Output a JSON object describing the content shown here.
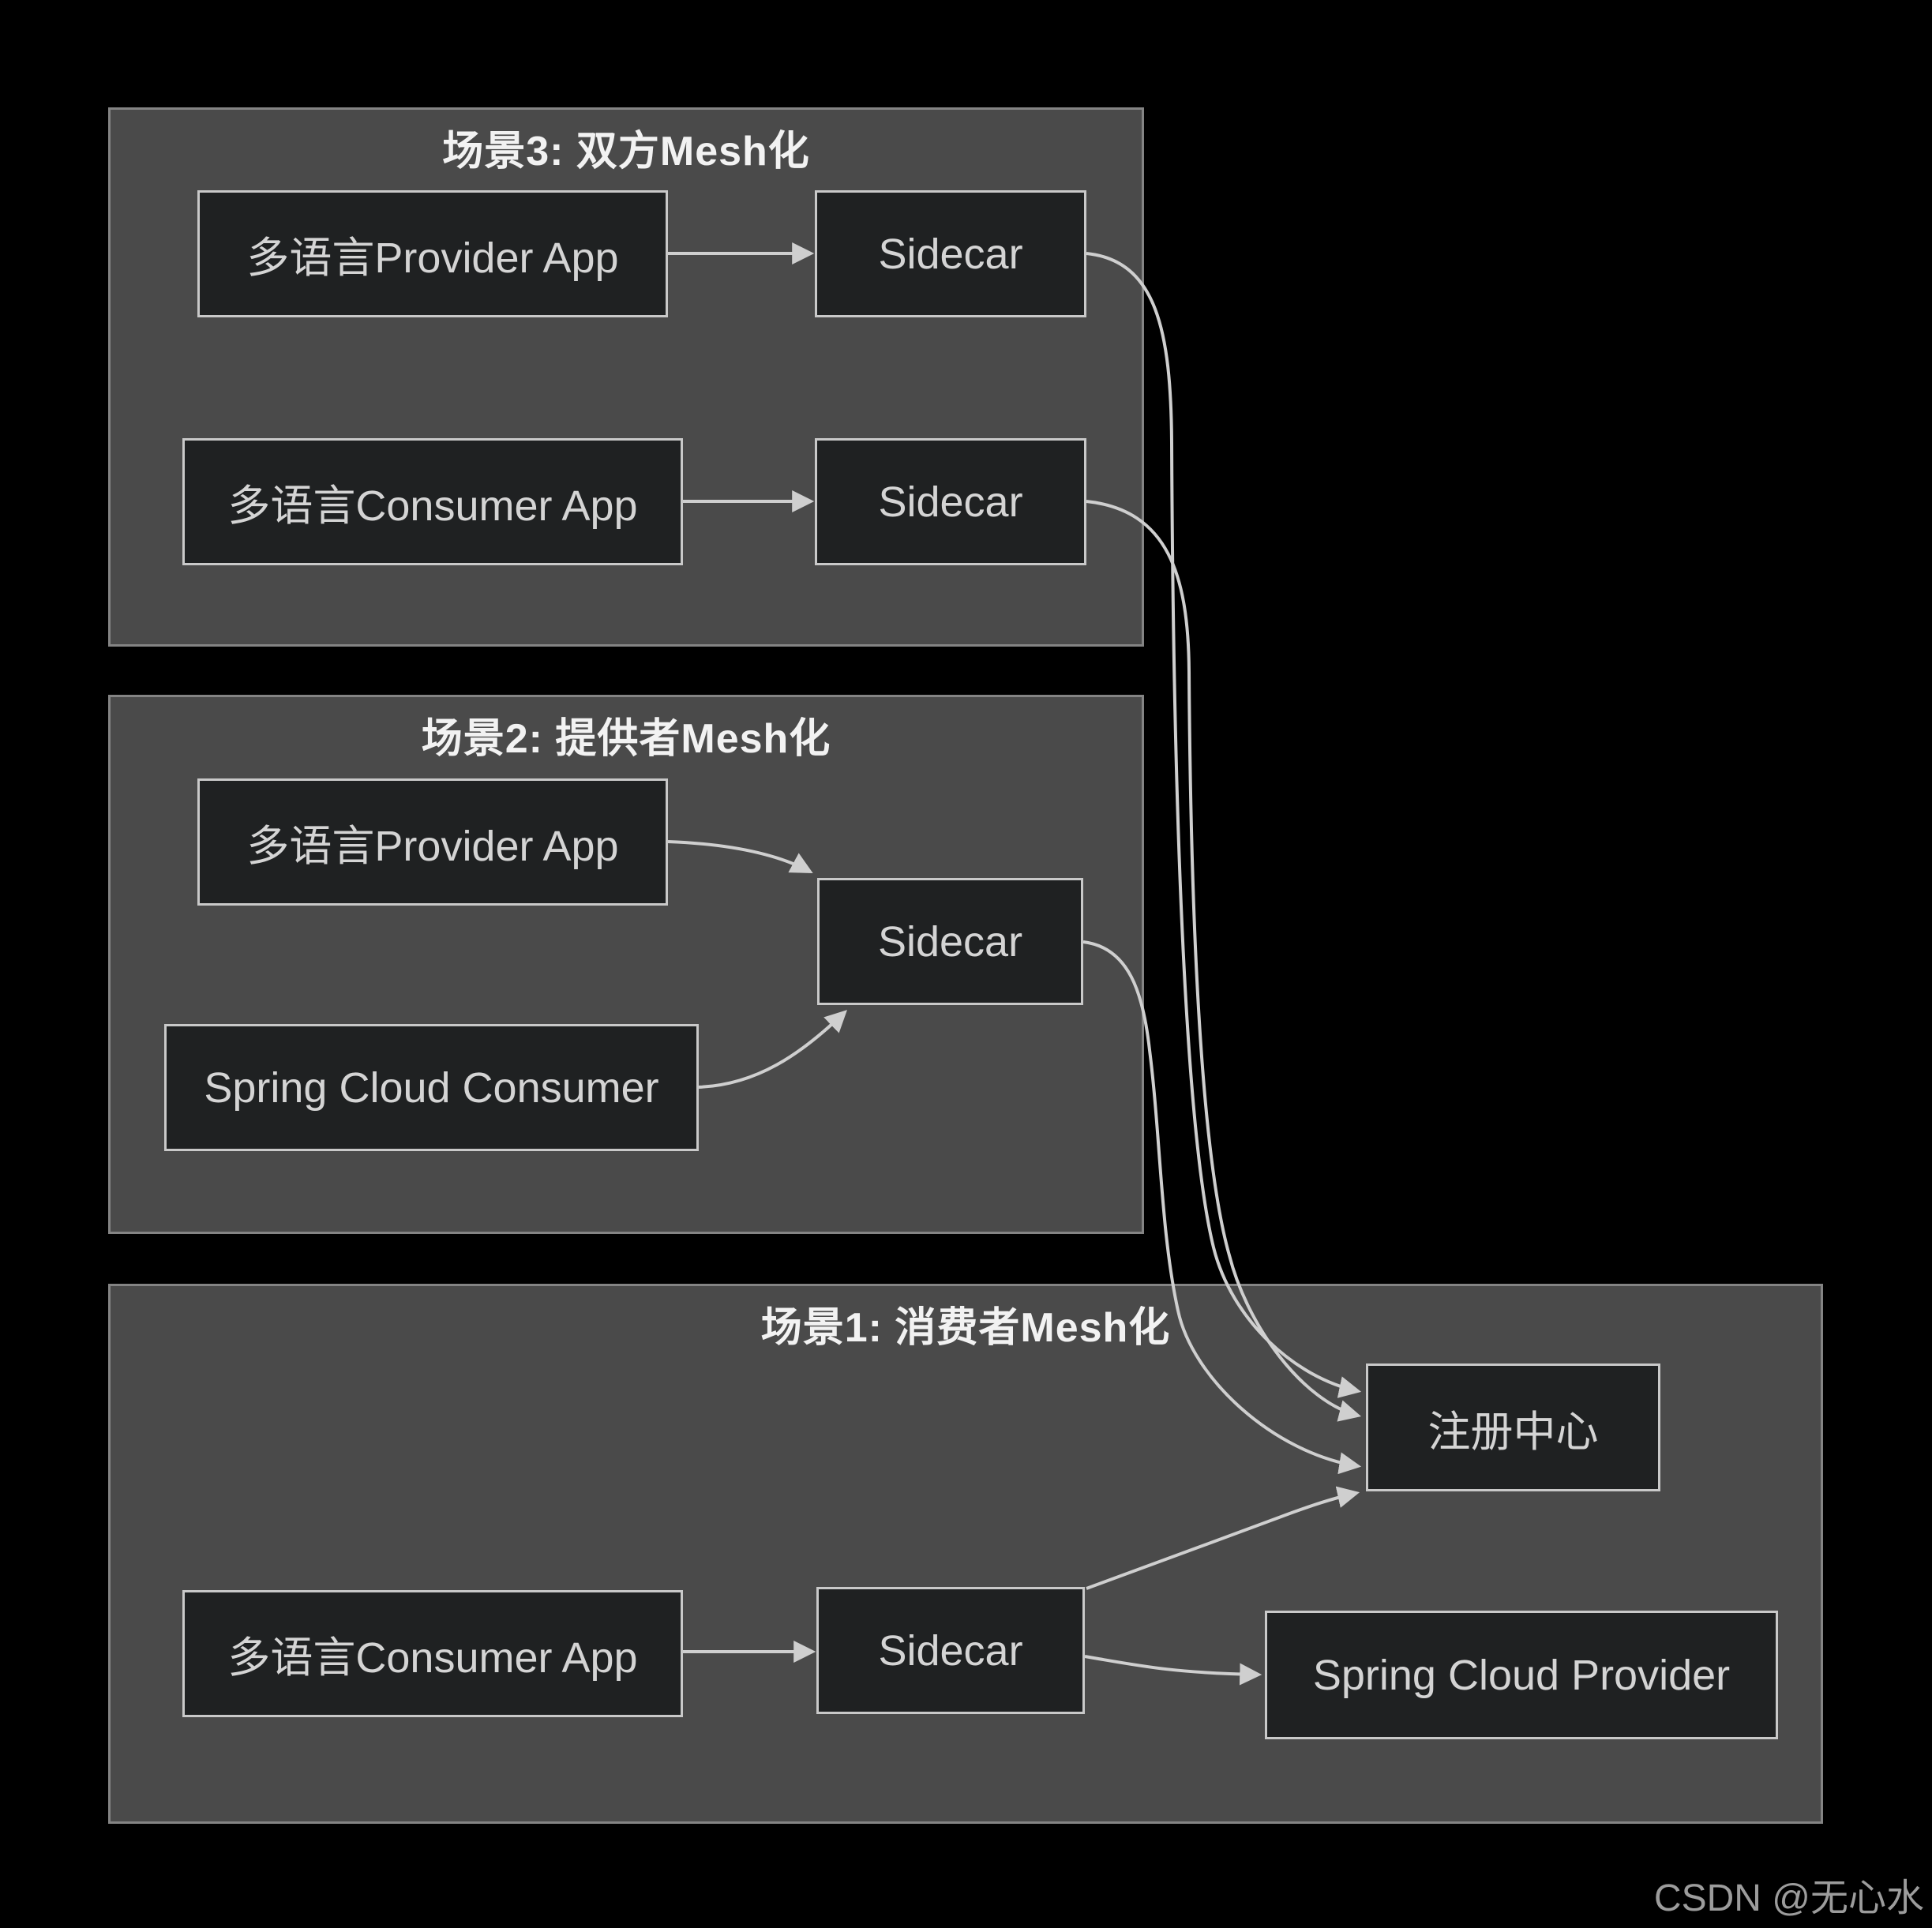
{
  "groups": [
    {
      "title": "场景3: 双方Mesh化"
    },
    {
      "title": "场景2: 提供者Mesh化"
    },
    {
      "title": "场景1: 消费者Mesh化"
    }
  ],
  "nodes": {
    "s3_provider": "多语言Provider App",
    "s3_sidecar": "Sidecar",
    "s3_consumer": "多语言Consumer App",
    "s3_sidecar2": "Sidecar",
    "s2_provider": "多语言Provider App",
    "s2_sidecar": "Sidecar",
    "s2_consumer": "Spring Cloud Consumer",
    "s1_consumer": "多语言Consumer App",
    "s1_sidecar": "Sidecar",
    "s1_registry": "注册中心",
    "s1_provider": "Spring Cloud Provider"
  },
  "watermark": {
    "text": "CSDN @无心水"
  },
  "colors": {
    "page_bg": "#000000",
    "group_fill": "#4a4a4a",
    "group_border": "#848484",
    "node_fill": "#1f2122",
    "node_border": "#c9c9c9",
    "edge": "#cfcfcf",
    "title_text": "#f2f2f2",
    "node_text": "#d4d4d4",
    "watermark_text": "#9c9c9c"
  }
}
